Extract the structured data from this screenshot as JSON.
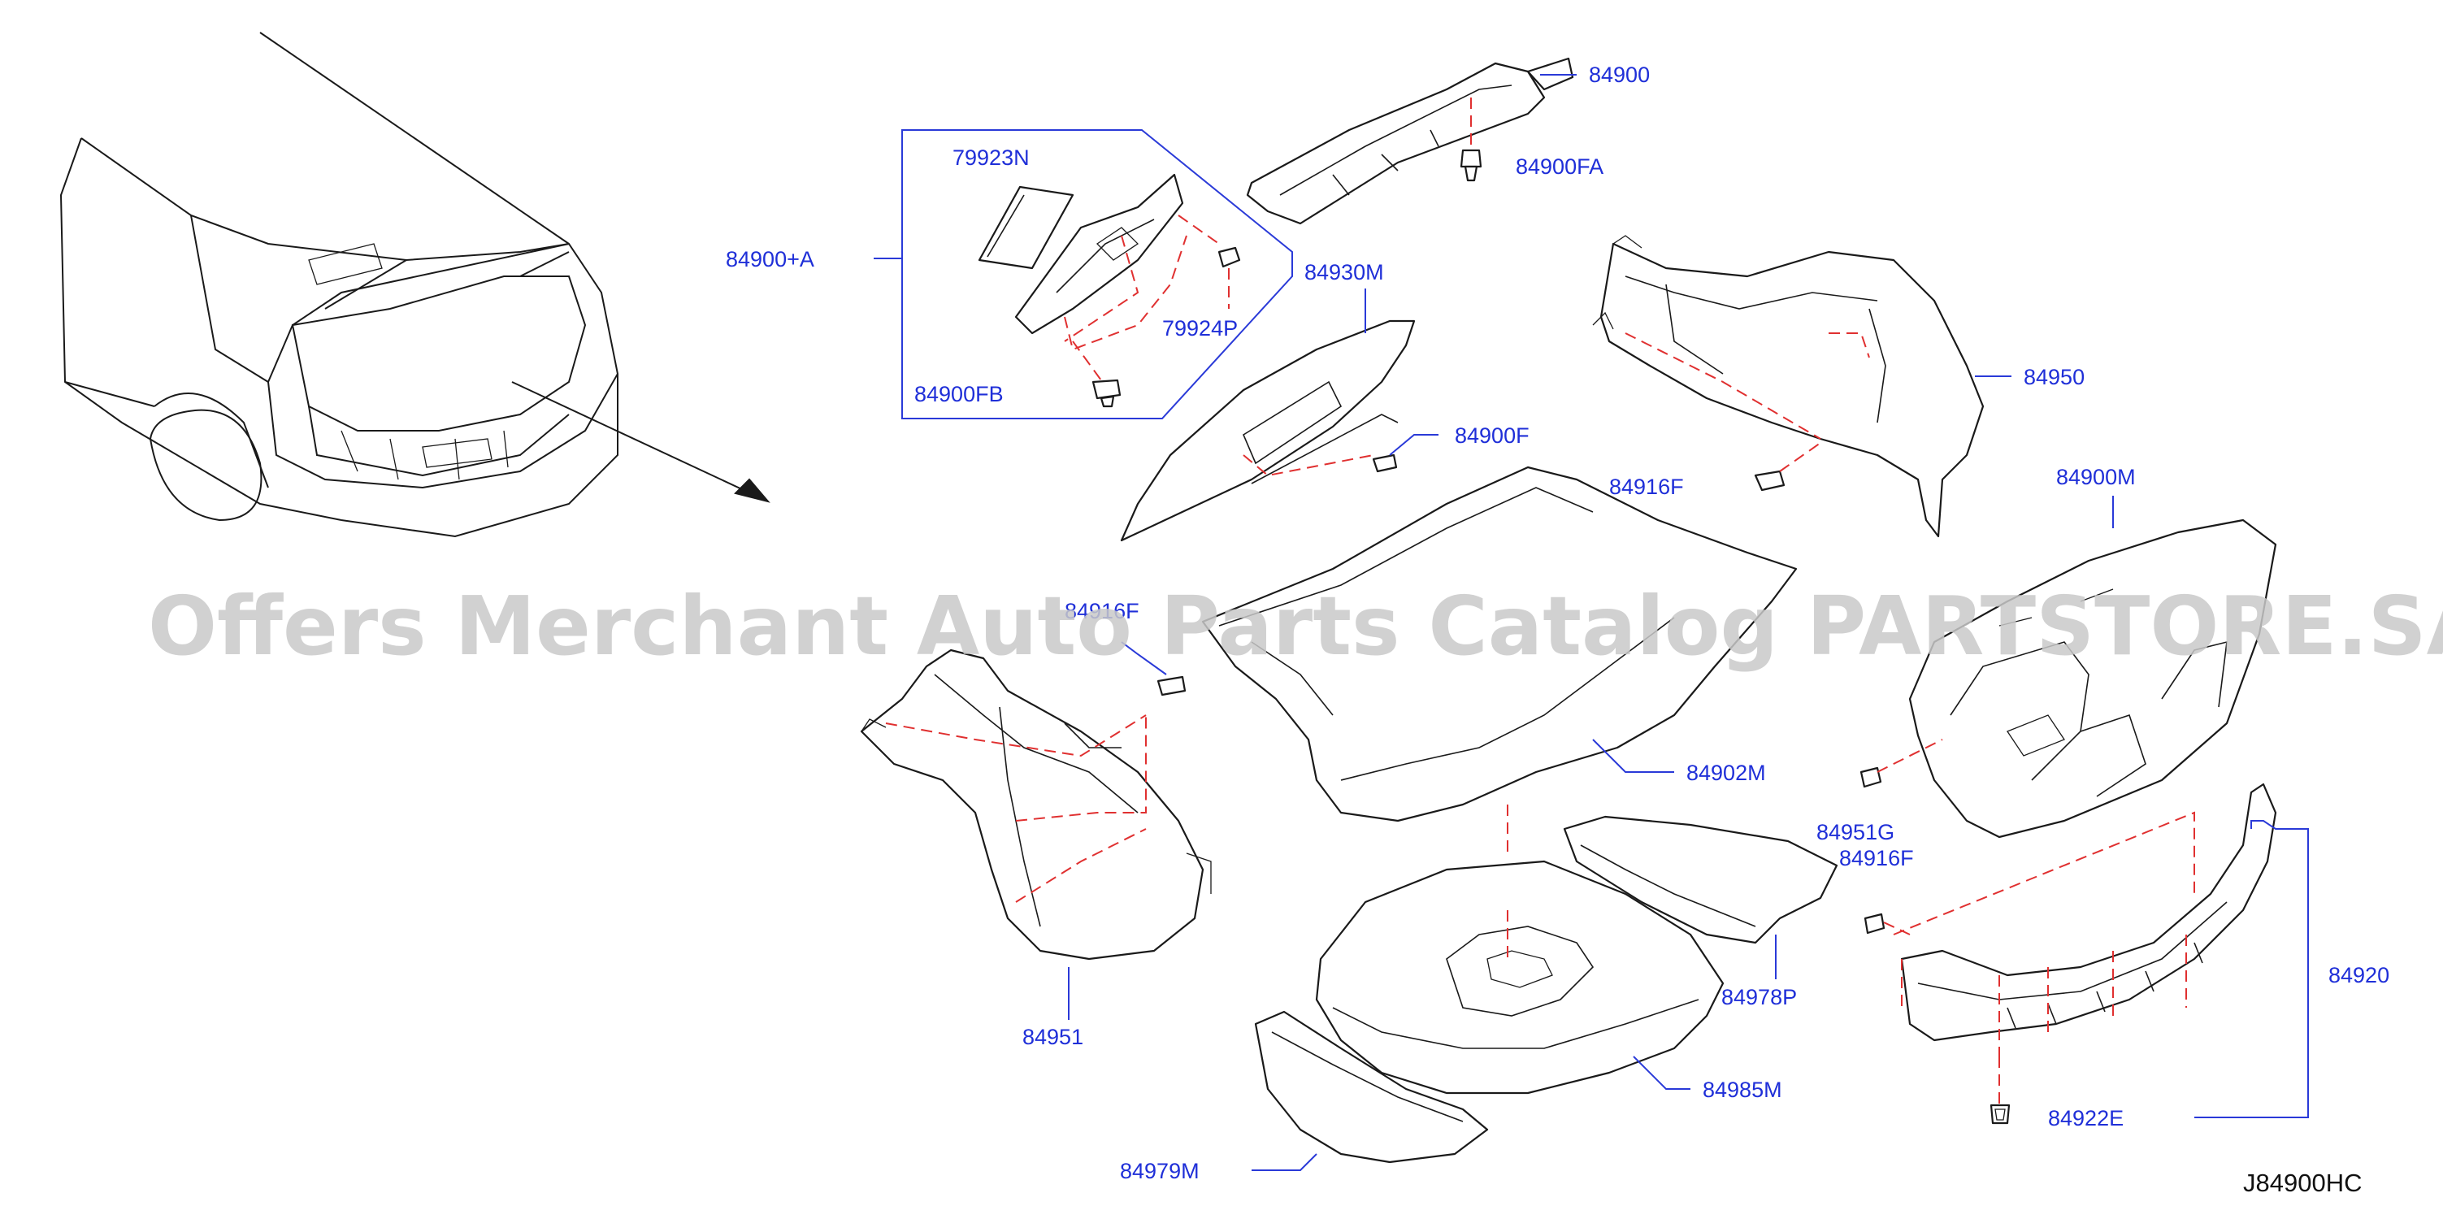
{
  "diagram": {
    "drawing_code": "J84900HC",
    "watermark": "Offers Merchant Auto Parts Catalog PARTSTORE.SA",
    "colors": {
      "label": "#1f2fd8",
      "leader": "#2a3ad8",
      "dashed_connector": "#e03030",
      "outline": "#1a1a1a",
      "watermark": "#c9c9c9"
    },
    "parts": {
      "p84900": "84900",
      "p84900FA": "84900FA",
      "p84900A": "84900+A",
      "p79923N": "79923N",
      "p79924P": "79924P",
      "p84900FB": "84900FB",
      "p84930M": "84930M",
      "p84900F": "84900F",
      "p84950": "84950",
      "p84916F_a": "84916F",
      "p84900M": "84900M",
      "p84916F_b": "84916F",
      "p84902M": "84902M",
      "p84951G": "84951G",
      "p84916F_c": "84916F",
      "p84920": "84920",
      "p84951": "84951",
      "p84978P": "84978P",
      "p84985M": "84985M",
      "p84922E": "84922E",
      "p84979M": "84979M"
    }
  }
}
